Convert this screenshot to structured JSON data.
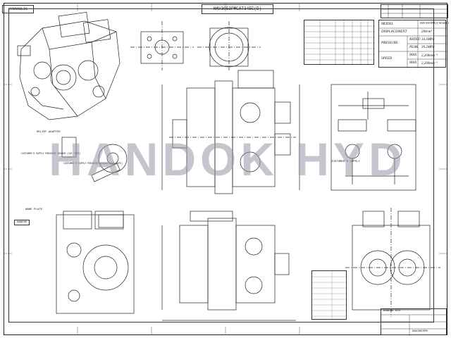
{
  "drawing": {
    "title": "HAV3053PMCAT345C(D)",
    "logo_text": "HYDRAULIC",
    "watermark": "HANDOK HYD"
  },
  "spec_table": {
    "rows": [
      {
        "label": "MODEL",
        "value": "HAV3053PM (CAT345C)"
      },
      {
        "label": "DISPLACEMENT",
        "value": "200cm³"
      },
      {
        "label": "RATED",
        "value": "34.3MPa"
      },
      {
        "label": "PEAK",
        "value": "39.2MPa"
      },
      {
        "label": "MAX",
        "value": "2,200min⁻¹"
      },
      {
        "label": "MAX",
        "value": "2,200min⁻¹"
      }
    ],
    "group_labels": {
      "pressure": "PRESSURE",
      "speed": "SPEED"
    }
  },
  "labels": {
    "relief_adapter": "RELIEF ADAPTER",
    "customer_supply_1": "CUSTOMER'S SUPPLY PRESSURE SENSOR (CAT-TYPE)",
    "customer_supply_2": "CUSTOMER'S SUPPLY PRESSURE SENSOR (CAT-TYPE)",
    "customer_supply_3": "CUSTOMER'S SUPPLY",
    "name_plate": "NAME PLATE",
    "handok_logo": "HANDOK"
  },
  "title_block": {
    "company": "HANDOK HYD",
    "part": "HAV3053PM"
  }
}
